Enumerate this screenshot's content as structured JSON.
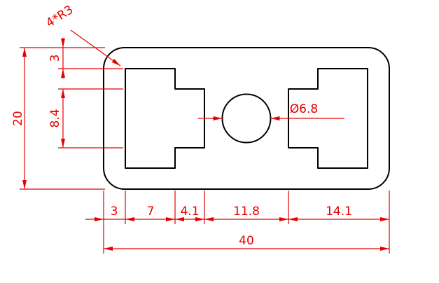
{
  "drawing": {
    "corner_label": "4*R3",
    "hole_label": "Ø6.8",
    "vertical_dims": {
      "overall_height": "20",
      "top_offset": "3",
      "slot_height": "8.4"
    },
    "horizontal_dims": {
      "chain": [
        "3",
        "7",
        "4.1",
        "11.8",
        "14.1"
      ],
      "overall_width": "40"
    },
    "colors": {
      "dimension_red": "#e60000",
      "outline_black": "#000000",
      "background": "#ffffff"
    }
  }
}
